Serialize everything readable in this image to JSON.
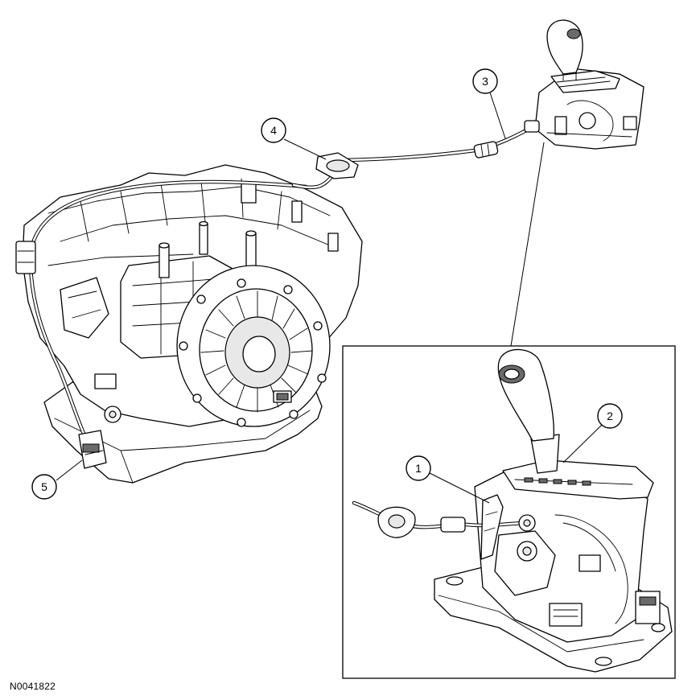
{
  "figure_id": "N0041822",
  "callouts": [
    {
      "num": "1"
    },
    {
      "num": "2"
    },
    {
      "num": "3"
    },
    {
      "num": "4"
    },
    {
      "num": "5"
    }
  ],
  "colors": {
    "line": "#000000",
    "background": "#ffffff",
    "shade": "#6a6a6a"
  }
}
